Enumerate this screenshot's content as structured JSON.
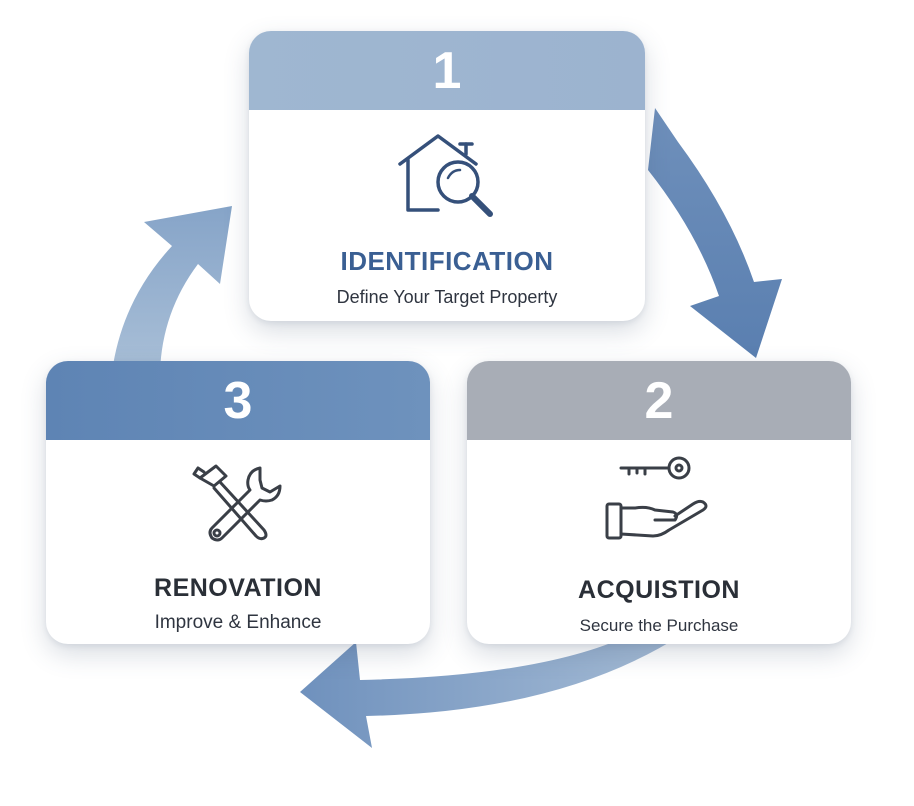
{
  "colors": {
    "arrow_light": "#a3bad3",
    "arrow_mid": "#7d9cc2",
    "arrow_dark": "#5f83b3",
    "header_identification": "#9fb7d1",
    "header_acquisition": "#a8adb6",
    "header_renovation": "#6388b7",
    "title_identification": "#3a5f93",
    "title_other": "#2a2f37",
    "icon_stroke_blue": "#35507a",
    "icon_stroke_gray": "#3a3f47"
  },
  "steps": {
    "identification": {
      "number": "1",
      "title": "IDENTIFICATION",
      "subtitle": "Define Your Target Property",
      "icon": "house-search-icon"
    },
    "acquisition": {
      "number": "2",
      "title": "ACQUISTION",
      "subtitle": "Secure the Purchase",
      "icon": "key-hand-icon"
    },
    "renovation": {
      "number": "3",
      "title": "RENOVATION",
      "subtitle": "Improve & Enhance",
      "icon": "hammer-wrench-icon"
    }
  }
}
